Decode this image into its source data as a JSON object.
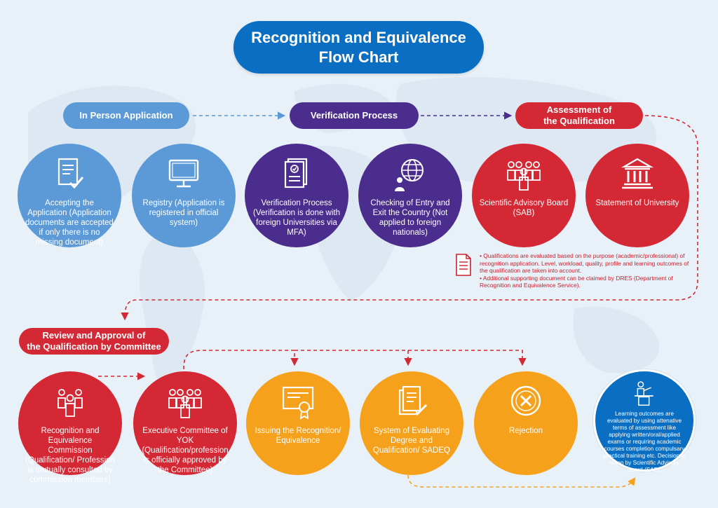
{
  "title": {
    "line1": "Recognition and Equivalence",
    "line2": "Flow Chart"
  },
  "headers": {
    "in_person": "In Person Application",
    "verification": "Verification Process",
    "assessment": {
      "line1": "Assessment of",
      "line2": "the Qualification"
    },
    "review": {
      "line1": "Review and Approval of",
      "line2": "the Qualification by Committee"
    }
  },
  "circles": {
    "accepting": "Accepting the Application (Application documents are accepted if only there is no missing document)",
    "registry": "Registry (Application is registered in official system)",
    "verification": "Verification Process (Verification is done with foreign Universities via MFA)",
    "checking": "Checking of Entry and Exit the Country (Not applied to foreign nationals)",
    "sab": "Scientific Advisory Board (SAB)",
    "statement": "Statement of University",
    "commission": "Recognition and Equivalence Commission (Qualification/ Profession is mutually consulted by commission members)",
    "executive": "Executive Committee of YOK (Qualification/profession is officially approved by the Committee)",
    "issuing": "Issuing the Recognition/ Equivalence",
    "sadeq": "System of Evaluating Degree and Qualification/ SADEQ",
    "rejection": "Rejection",
    "learning": "Learning outcomes are evaluated by using attenative terms of assessment like applying written/oral/applied exams or requiring academic courses completion compulsary practical training etc. Decision is taken by Scientific Advisory Board (SAB)."
  },
  "notes": [
    "• Qualifications are evaluated based on the purpose (academic/professional) of recognition application. Level, workload, quality, profile and learning outcomes of the qualification are taken into account.",
    "• Additional supporting document can be claimed by DRES (Department of Recognition and Equivalence Service)."
  ],
  "colors": {
    "blue": "#5b9ad6",
    "purple": "#4a2d8c",
    "red": "#d42834",
    "orange": "#f5a11c",
    "navy": "#0a6fc2"
  }
}
